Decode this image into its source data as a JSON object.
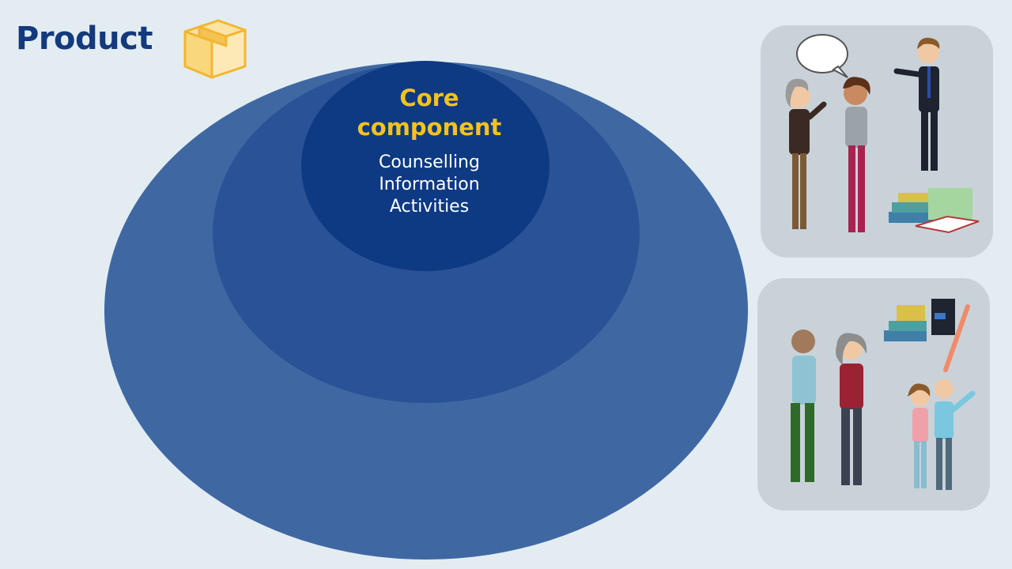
{
  "slide": {
    "title": "Product",
    "title_icon": "package-box-icon"
  },
  "diagram": {
    "core_title_line1": "Core",
    "core_title_line2": "component",
    "core_items": [
      "Counselling",
      "Information",
      "Activities"
    ]
  },
  "panels": {
    "top_scene": "professionals-conversation-illustration",
    "bottom_scene": "family-with-books-illustration"
  },
  "colors": {
    "background": "#e3ecf1",
    "title": "#133a7c",
    "accent_yellow": "#f6c21c",
    "outer_ring": "#3f68a3",
    "middle_ring": "#2a5296",
    "core": "#0e3a83"
  }
}
